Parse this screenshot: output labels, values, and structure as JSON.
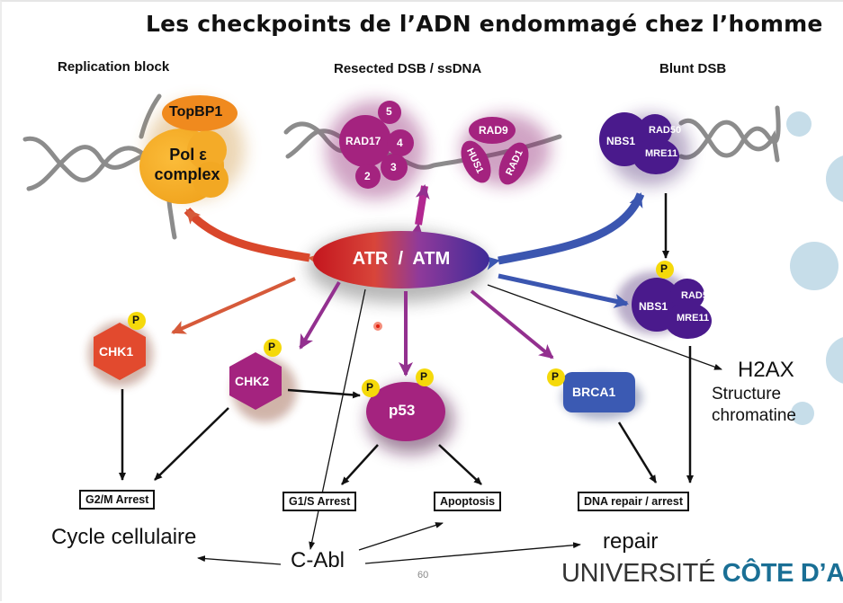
{
  "slide": {
    "title": "Les checkpoints de l’ADN endommagé chez l’homme",
    "page_number": "60"
  },
  "sections": {
    "replication_block": "Replication block",
    "resected_dsb": "Resected DSB / ssDNA",
    "blunt_dsb": "Blunt DSB"
  },
  "proteins": {
    "topbp1": "TopBP1",
    "pol_epsilon_line1": "Pol ε",
    "pol_epsilon_line2": "complex",
    "rad17": "RAD17",
    "rfc_subunits": [
      "5",
      "4",
      "3",
      "2"
    ],
    "rad9": "RAD9",
    "hus1": "HUS1",
    "rad1": "RAD1",
    "nbs1": "NBS1",
    "rad50": "RAD50",
    "mre11": "MRE11",
    "atr_atm": "ATR  /  ATM",
    "chk1": "CHK1",
    "chk2": "CHK2",
    "p53": "p53",
    "brca1": "BRCA1",
    "phospho": "P"
  },
  "outcomes": {
    "g2m_arrest": "G2/M Arrest",
    "g1s_arrest": "G1/S Arrest",
    "apoptosis": "Apoptosis",
    "dna_repair": "DNA repair / arrest"
  },
  "annotations": {
    "h2ax": "H2AX",
    "structure_line1": "Structure",
    "structure_line2": "chromatine",
    "cycle_cellulaire": "Cycle cellulaire",
    "c_abl": "C-Abl",
    "repair": "repair"
  },
  "logo": {
    "part1": "UNIVERSITÉ ",
    "part2": "CÔTE D’AZU"
  },
  "colors": {
    "orange_red": "#d9472b",
    "purple": "#a4237f",
    "indigo": "#4a1a8c",
    "blue": "#3b56b0",
    "yellow": "#f5d90a",
    "dna_gray": "#8c8c8c",
    "pale_blue": "#c6dde9",
    "logo_blue": "#1a6f95"
  }
}
